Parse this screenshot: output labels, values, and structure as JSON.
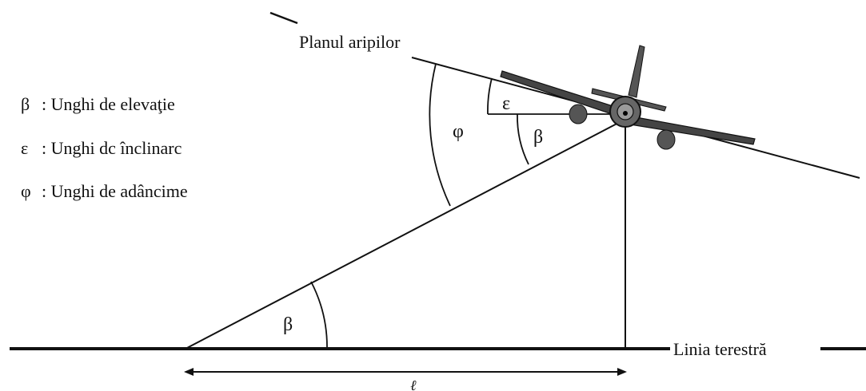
{
  "legend": {
    "beta": {
      "symbol": "β",
      "text": ": Unghi de elevaţie"
    },
    "epsilon": {
      "symbol": "ε",
      "text": ": Unghi dc înclinarc"
    },
    "phi": {
      "symbol": "φ",
      "text": ": Unghi de adâncime"
    }
  },
  "labels": {
    "wing_plane": "Planul aripilor",
    "ground_line": "Linia terestră",
    "distance": "ℓ"
  },
  "angles": {
    "beta_ground": "β",
    "beta_plane": "β",
    "epsilon": "ε",
    "phi": "φ"
  },
  "colors": {
    "ink": "#111111",
    "aircraft_fill": "#555555",
    "background": "#ffffff"
  }
}
